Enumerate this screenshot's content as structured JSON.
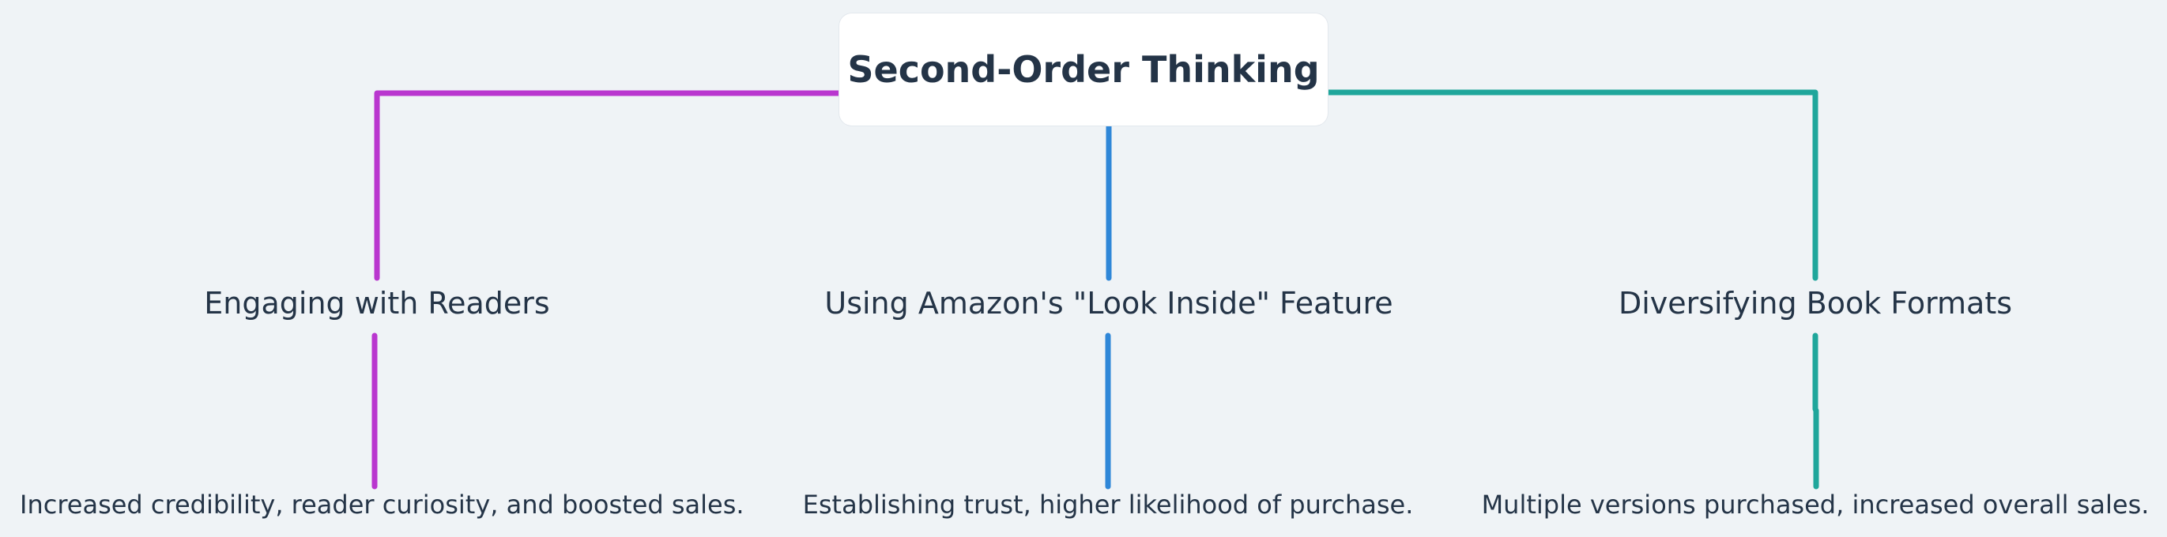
{
  "root": {
    "title": "Second-Order Thinking"
  },
  "branches": [
    {
      "label": "Engaging with Readers",
      "color": "#b936cf",
      "outcome": "Increased credibility, reader curiosity, and boosted sales."
    },
    {
      "label": "Using Amazon's \"Look Inside\" Feature",
      "color": "#2f87d8",
      "outcome": "Establishing trust, higher likelihood of purchase."
    },
    {
      "label": "Diversifying Book Formats",
      "color": "#1fa69b",
      "outcome": "Multiple versions purchased, increased overall sales."
    }
  ]
}
